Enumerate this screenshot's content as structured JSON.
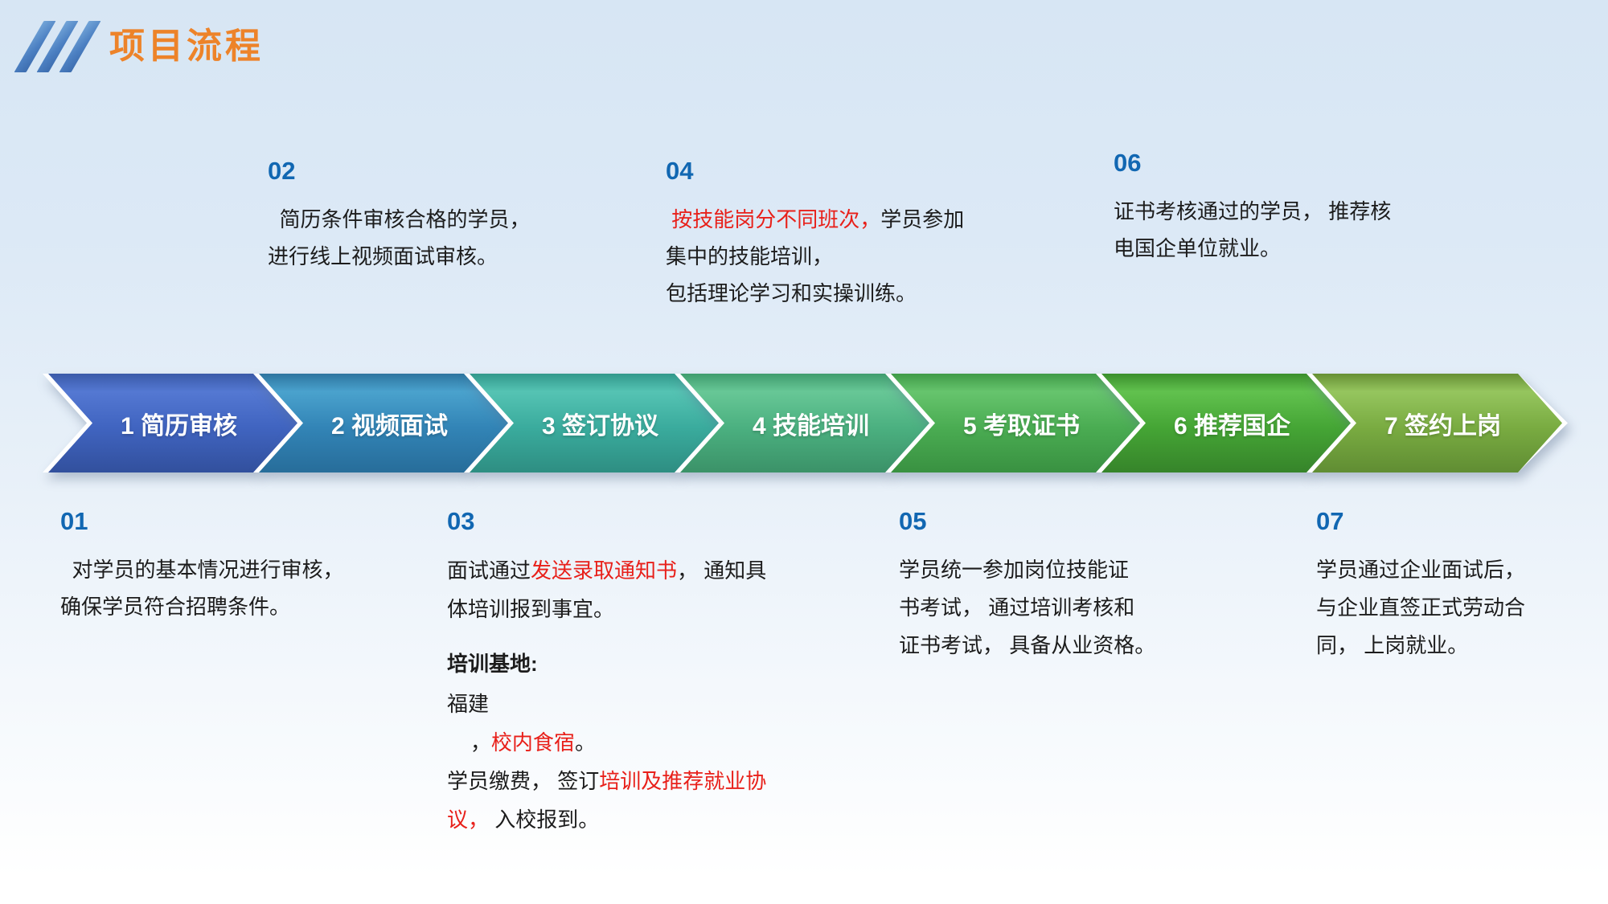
{
  "title": "项目流程",
  "colors": {
    "title_orange": "#ed8329",
    "number_blue": "#1167b2",
    "highlight_red": "#e8201a",
    "body_text": "#1c1c1c",
    "background_top": "#d7e6f4",
    "background_bottom": "#ffffff"
  },
  "steps": [
    {
      "label": "1 简历审核",
      "color_light": "#5478d2",
      "color_dark": "#32509d"
    },
    {
      "label": "2 视频面试",
      "color_light": "#4aa2cd",
      "color_dark": "#276d9a"
    },
    {
      "label": "3 签订协议",
      "color_light": "#55c3b3",
      "color_dark": "#2e8e82"
    },
    {
      "label": "4 技能培训",
      "color_light": "#67c796",
      "color_dark": "#3b9268"
    },
    {
      "label": "5 考取证书",
      "color_light": "#66c46d",
      "color_dark": "#399141"
    },
    {
      "label": "6 推荐国企",
      "color_light": "#61c14e",
      "color_dark": "#36842a"
    },
    {
      "label": "7 签约上岗",
      "color_light": "#95c55e",
      "color_dark": "#608d33"
    }
  ],
  "sections": {
    "s01": {
      "number": "01",
      "l1": "  对学员的基本情况进行审核，",
      "l2": "确保学员符合招聘条件。"
    },
    "s02": {
      "number": "02",
      "l1": "  简历条件审核合格的学员，",
      "l2": "进行线上视频面试审核。"
    },
    "s03": {
      "number": "03",
      "l1a": "面试通过",
      "l1b": "发送录取通知书",
      "l1c": "， 通知具",
      "l2": "体培训报到事宜。",
      "heading": "培训基地:",
      "l4": "福建",
      "l5a": "    ，",
      "l5b": "校内食宿",
      "l5c": "。",
      "l6a": "学员缴费， 签订",
      "l6b": "培训及推荐就业协",
      "l7a": "议，",
      "l7b": " 入校报到。"
    },
    "s04": {
      "number": "04",
      "l1a": " 按技能岗分不同班次，",
      "l1b": "学员参加",
      "l2": "集中的技能培训，",
      "l3": "包括理论学习和实操训练。"
    },
    "s05": {
      "number": "05",
      "l1": "学员统一参加岗位技能证",
      "l2": "书考试， 通过培训考核和",
      "l3": "证书考试， 具备从业资格。"
    },
    "s06": {
      "number": "06",
      "l1": "证书考核通过的学员， 推荐核",
      "l2": "电国企单位就业。"
    },
    "s07": {
      "number": "07",
      "l1": "学员通过企业面试后，",
      "l2": "与企业直签正式劳动合",
      "l3": "同， 上岗就业。"
    }
  }
}
